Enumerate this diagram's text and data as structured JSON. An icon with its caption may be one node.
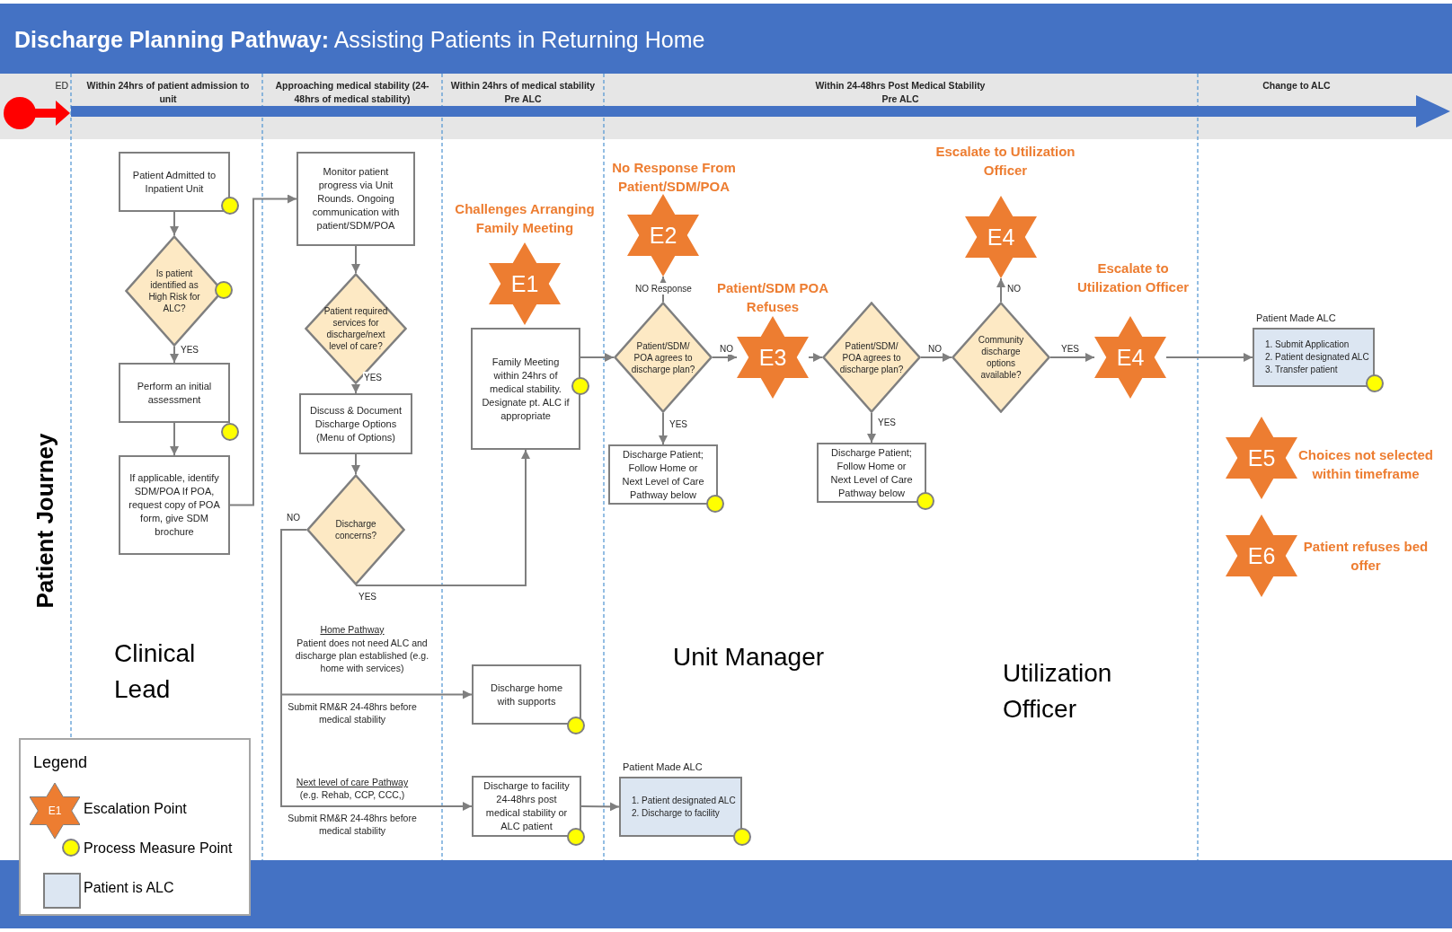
{
  "diagram": {
    "title": "**Discharge Planning Pathway:** Assisting Patients in Returning Home",
    "nodes": [
      {
        "text": [
          "Patient Admitted to Inpatient Unit"
        ]
      },
      {
        "text": [
          "Is patient identified as High Risk for ALC?"
        ]
      },
      {
        "text": [
          "Perform an initial assessment"
        ]
      },
      {
        "text": [
          "If applicable, identify SDM/POA If POA, request copy of POA form, give SDM brochure"
        ]
      },
      {
        "text": [
          "Monitor patient progress via Unit Rounds.  Ongoing communication with patient/SDM/POA"
        ]
      },
      {
        "text": [
          "Patient required services for discharge/next level of care?"
        ]
      },
      {
        "text": [
          "Discuss & Document Discharge Options (Menu of Options)"
        ]
      },
      {
        "text": [
          "Discharge concerns?"
        ]
      },
      {
        "text": [
          "E1"
        ],
        "beside": [
          "Challenges Arranging Family Meeting"
        ]
      },
      {
        "text": [
          "Family Meeting within 24hrs of medical stability. Designate pt. ALC if appropriate"
        ]
      },
      {
        "text": [
          "Patient/SDM/ POA agrees to discharge plan?"
        ]
      },
      {
        "text": [
          "E2"
        ],
        "beside": [
          "No Response From Patient/SDM/POA"
        ]
      },
      {
        "text": [
          "Discharge Patient; Follow Home or Next Level of Care Pathway below"
        ]
      },
      {
        "text": [
          "E3"
        ],
        "beside": [
          "Patient/SDM POA Refuses"
        ]
      },
      {
        "text": [
          "Patient/SDM/ POA agrees to discharge plan?"
        ]
      },
      {
        "text": [
          "Discharge Patient; Follow Home or Next Level of Care Pathway below"
        ]
      },
      {
        "text": [
          "Community discharge options available?"
        ]
      },
      {
        "text": [
          "E4"
        ],
        "beside": [
          "Escalate to Utilization Officer"
        ]
      },
      {
        "text": [
          "E4"
        ],
        "beside": [
          "Escalate to Utilization Officer"
        ]
      },
      {
        "text": [
          "Patient Made ALC",
          "1. Submit Application",
          "2. Patient designated ALC",
          "3. Transfer patient"
        ]
      },
      {
        "text": [
          "E5"
        ],
        "beside": [
          "Choices not selected within timeframe"
        ]
      },
      {
        "text": [
          "E6"
        ],
        "beside": [
          "Patient refuses bed offer"
        ]
      },
      {
        "text": [
          "Discharge home with supports"
        ]
      },
      {
        "text": [
          "Discharge to facility 24-48hrs post medical stability or ALC patient"
        ]
      },
      {
        "text": [
          "Patient Made ALC",
          "1. Patient designated ALC",
          "2. Discharge to facility"
        ]
      }
    ],
    "edges": [
      {
        "from": 0,
        "to": 1,
        "arrow": "to"
      },
      {
        "from": 1,
        "to": 2,
        "arrow": "to",
        "label": "YES"
      },
      {
        "from": 2,
        "to": 3,
        "arrow": "to"
      },
      {
        "from": 3,
        "to": 4,
        "arrow": "to"
      },
      {
        "from": 4,
        "to": 5,
        "arrow": "to"
      },
      {
        "from": 5,
        "to": 6,
        "arrow": "to",
        "label": "YES"
      },
      {
        "from": 6,
        "to": 7,
        "arrow": "to"
      },
      {
        "from": 7,
        "to": 9,
        "arrow": "to",
        "label": "YES"
      },
      {
        "from": 7,
        "to": 22,
        "arrow": "to",
        "label": "NO"
      },
      {
        "from": 7,
        "to": 23,
        "arrow": "to"
      },
      {
        "from": 9,
        "to": 10,
        "arrow": "to"
      },
      {
        "from": 10,
        "to": 11,
        "arrow": "to",
        "label": "NO Response"
      },
      {
        "from": 10,
        "to": 12,
        "arrow": "to",
        "label": "YES"
      },
      {
        "from": 10,
        "to": 13,
        "arrow": "to",
        "label": "NO"
      },
      {
        "from": 13,
        "to": 14,
        "arrow": "to"
      },
      {
        "from": 14,
        "to": 15,
        "arrow": "to",
        "label": "YES"
      },
      {
        "from": 14,
        "to": 16,
        "arrow": "to",
        "label": "NO"
      },
      {
        "from": 16,
        "to": 17,
        "arrow": "to",
        "label": "NO"
      },
      {
        "from": 16,
        "to": 18,
        "arrow": "to",
        "label": "YES"
      },
      {
        "from": 18,
        "to": 19,
        "arrow": "to"
      },
      {
        "from": 23,
        "to": 24,
        "arrow": "to"
      }
    ],
    "labels": [
      "ED",
      "Within 24hrs of patient admission to unit",
      "Approaching medical stability (24-48hrs of medical stability)",
      "Within 24hrs of medical stability Pre ALC",
      "Within 24-48hrs Post Medical Stability Pre ALC",
      "Change to ALC",
      "Patient Journey",
      "Home Pathway",
      "Patient does not need ALC and discharge plan established (e.g. home with services)",
      "Submit RM&R 24-48hrs before medical stability",
      "Clinical Lead",
      "Unit Manager",
      "Utilization Officer",
      "Next level of care Pathway",
      "(e.g. Rehab, CCP, CCC,)",
      "Submit RM&R 24-48hrs before medical stability",
      "Legend",
      "E1"
    ],
    "legend": [
      {
        "text": "Escalation Point"
      },
      {
        "text": "Process Measure Point",
        "color": "#ffff00"
      },
      {
        "text": "Patient is ALC",
        "color": "#dce6f2"
      }
    ]
  }
}
